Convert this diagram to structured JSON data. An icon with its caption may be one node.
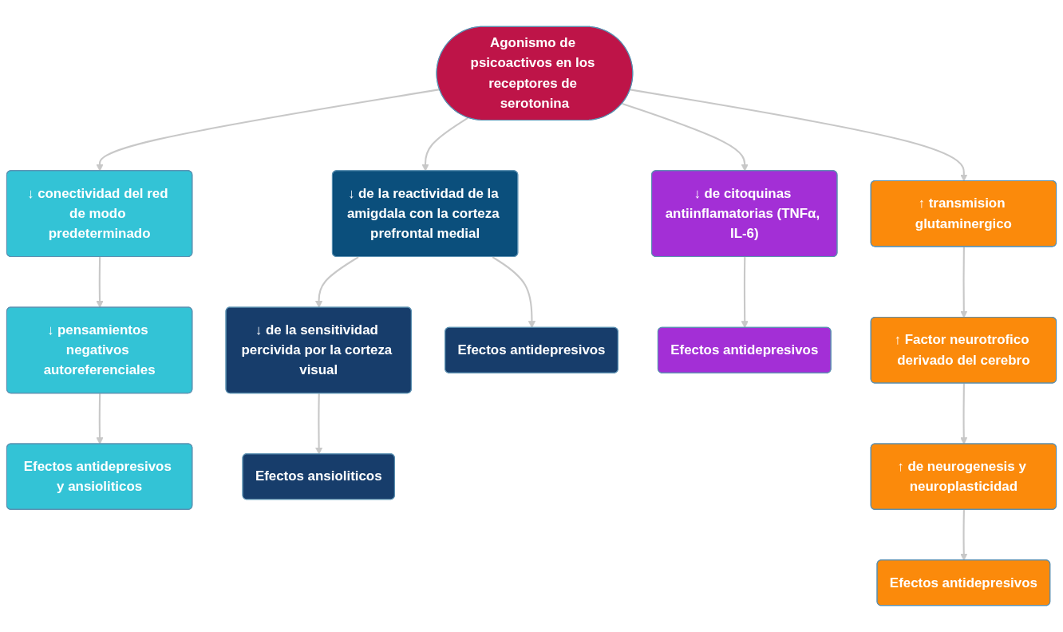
{
  "diagram": {
    "nodes": [
      {
        "text": [
          "Agonismo de psicoactivos en los receptores de serotonina"
        ]
      },
      {
        "text": [
          "↓ conectividad del red de modo predeterminado"
        ]
      },
      {
        "text": [
          "↓ de la reactividad de la amigdala con la corteza prefrontal medial"
        ]
      },
      {
        "text": [
          "↓ de citoquinas antiinflamatorias (TNFα, IL-6)"
        ]
      },
      {
        "text": [
          "↑ transmision glutaminergico"
        ]
      },
      {
        "text": [
          "↓ pensamientos negativos autoreferenciales"
        ]
      },
      {
        "text": [
          "Efectos antidepresivos y ansioliticos"
        ]
      },
      {
        "text": [
          "↓ de la sensitividad percivida por la corteza visual"
        ]
      },
      {
        "text": [
          "Efectos antidepresivos"
        ]
      },
      {
        "text": [
          "Efectos ansioliticos"
        ]
      },
      {
        "text": [
          "Efectos antidepresivos"
        ]
      },
      {
        "text": [
          "↑ Factor neurotrofico derivado del cerebro"
        ]
      },
      {
        "text": [
          "↑ de neurogenesis y neuroplasticidad"
        ]
      },
      {
        "text": [
          "Efectos antidepresivos"
        ]
      }
    ],
    "edges": [
      {
        "from": 0,
        "to": 1,
        "arrow": "to"
      },
      {
        "from": 0,
        "to": 2,
        "arrow": "to"
      },
      {
        "from": 0,
        "to": 3,
        "arrow": "to"
      },
      {
        "from": 0,
        "to": 4,
        "arrow": "to"
      },
      {
        "from": 1,
        "to": 5,
        "arrow": "to"
      },
      {
        "from": 5,
        "to": 6,
        "arrow": "to"
      },
      {
        "from": 2,
        "to": 7,
        "arrow": "to"
      },
      {
        "from": 2,
        "to": 8,
        "arrow": "to"
      },
      {
        "from": 7,
        "to": 9,
        "arrow": "to"
      },
      {
        "from": 3,
        "to": 10,
        "arrow": "to"
      },
      {
        "from": 4,
        "to": 11,
        "arrow": "to"
      },
      {
        "from": 11,
        "to": 12,
        "arrow": "to"
      },
      {
        "from": 12,
        "to": 13,
        "arrow": "to"
      }
    ]
  }
}
